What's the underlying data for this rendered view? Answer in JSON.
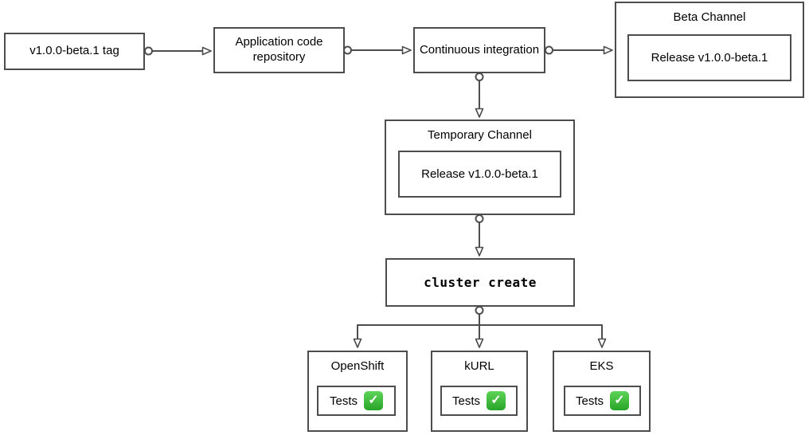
{
  "colors": {
    "page-bg": "#ffffff",
    "stroke": "#4d4d4d",
    "node-fill": "#ffffff",
    "text": "#000000",
    "check-green-top": "#5ed457",
    "check-green-bottom": "#28a428",
    "check-mark": "#ffffff"
  },
  "icons": {
    "check_glyph": "✓"
  },
  "diagram": {
    "nodes": {
      "tag": {
        "label": "v1.0.0-beta.1 tag"
      },
      "repo": {
        "label": "Application code repository"
      },
      "ci": {
        "label": "Continuous integration"
      },
      "beta_channel": {
        "title": "Beta Channel",
        "release": "Release v1.0.0-beta.1"
      },
      "temp_channel": {
        "title": "Temporary Channel",
        "release": "Release v1.0.0-beta.1"
      },
      "cluster_create": {
        "label": "cluster create"
      },
      "openshift": {
        "title": "OpenShift",
        "tests_label": "Tests"
      },
      "kurl": {
        "title": "kURL",
        "tests_label": "Tests"
      },
      "eks": {
        "title": "EKS",
        "tests_label": "Tests"
      }
    }
  }
}
